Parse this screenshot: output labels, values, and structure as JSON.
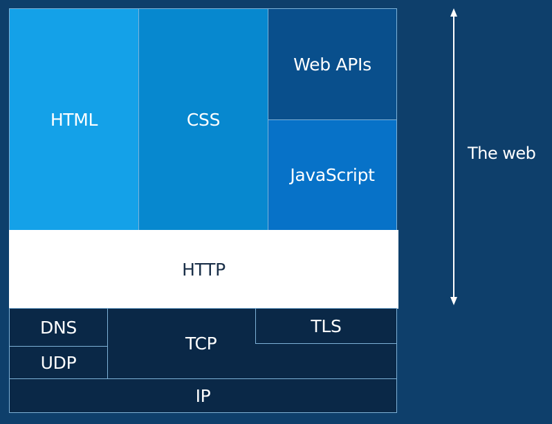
{
  "layers": {
    "html": "HTML",
    "css": "CSS",
    "web_apis": "Web APIs",
    "javascript": "JavaScript",
    "http": "HTTP",
    "dns": "DNS",
    "udp": "UDP",
    "tcp": "TCP",
    "tls": "TLS",
    "ip": "IP"
  },
  "annotation": {
    "label": "The web"
  },
  "colors": {
    "background": "#0e3f6b",
    "html": "#14a1e8",
    "css": "#0788cf",
    "web_apis": "#094f8c",
    "javascript": "#0772c8",
    "http": "#ffffff",
    "network": "#0a2847"
  }
}
